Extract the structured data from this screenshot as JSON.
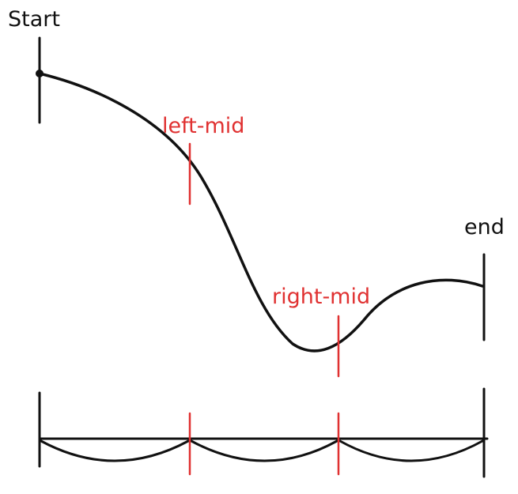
{
  "labels": {
    "start": "Start",
    "left_mid": "left-mid",
    "right_mid": "right-mid",
    "end": "end"
  },
  "colors": {
    "ink": "#111111",
    "accent": "#e03131"
  }
}
